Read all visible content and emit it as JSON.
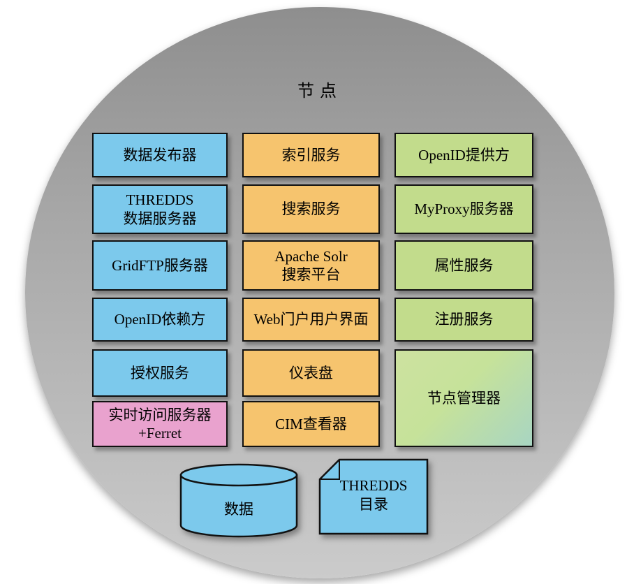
{
  "title": "节点",
  "grid": {
    "col1": [
      {
        "label": "数据发布器"
      },
      {
        "label": "THREDDS\n数据服务器"
      },
      {
        "label": "GridFTP服务器"
      },
      {
        "label": "OpenID依赖方"
      },
      {
        "label": "授权服务"
      },
      {
        "label": "实时访问服务器\n+Ferret"
      }
    ],
    "col2": [
      {
        "label": "索引服务"
      },
      {
        "label": "搜索服务"
      },
      {
        "label": "Apache Solr\n搜索平台"
      },
      {
        "label": "Web门户用户界面"
      },
      {
        "label": "仪表盘"
      },
      {
        "label": "CIM查看器"
      }
    ],
    "col3": [
      {
        "label": "OpenID提供方"
      },
      {
        "label": "MyProxy服务器"
      },
      {
        "label": "属性服务"
      },
      {
        "label": "注册服务"
      },
      {
        "label": "节点管理器"
      }
    ]
  },
  "bottom": {
    "database_label": "数据",
    "catalog_label": "THREDDS\n目录"
  },
  "colors": {
    "blue_box": "#7cc9ec",
    "orange_box": "#f6c46e",
    "green_box": "#c2dc8c",
    "pink_box": "#e9a2ce",
    "manager_box_gradient_start": "#cde2a0",
    "manager_box_gradient_end": "#a8d5c2",
    "circle_top": "#8e8e8e",
    "circle_bottom": "#cbcbcb"
  }
}
